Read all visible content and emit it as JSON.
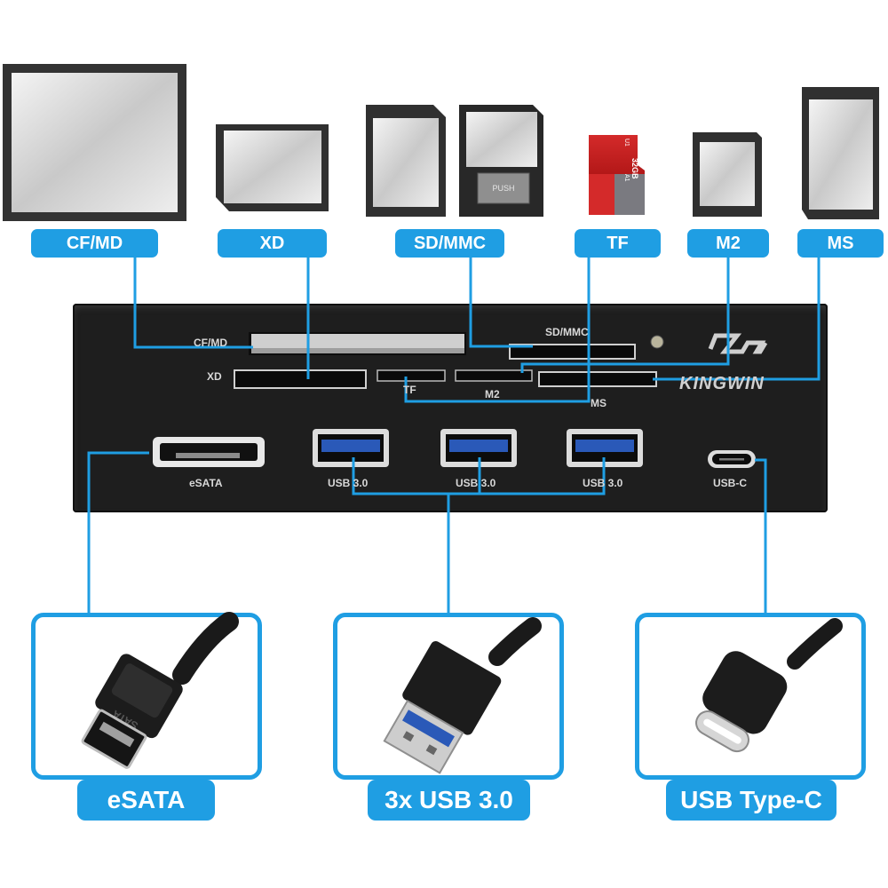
{
  "memory_cards": [
    {
      "id": "cf",
      "label": "CF/MD"
    },
    {
      "id": "xd",
      "label": "XD"
    },
    {
      "id": "sd",
      "label": "SD/MMC"
    },
    {
      "id": "tf",
      "label": "TF"
    },
    {
      "id": "m2",
      "label": "M2"
    },
    {
      "id": "ms",
      "label": "MS"
    }
  ],
  "card_prints": {
    "sd_push": "PUSH",
    "tf_capacity": "32GB",
    "tf_class": "U1",
    "tf_speed": "A1"
  },
  "panel": {
    "brand": "KINGWIN",
    "slot_labels": {
      "cf": "CF/MD",
      "xd": "XD",
      "sd": "SD/MMC",
      "tf": "TF",
      "m2": "M2",
      "ms": "MS"
    },
    "port_labels": {
      "esata": "eSATA",
      "usb1": "USB 3.0",
      "usb2": "USB 3.0",
      "usb3": "USB 3.0",
      "usbc": "USB-C"
    }
  },
  "connectors": [
    {
      "id": "esata",
      "label": "eSATA",
      "cable_print": "SATA"
    },
    {
      "id": "usb",
      "label": "3x USB 3.0"
    },
    {
      "id": "usbc",
      "label": "USB Type-C"
    }
  ],
  "colors": {
    "accent": "#1f9ee3",
    "panel": "#1e1e1e",
    "usb_blue": "#2a59b8"
  }
}
